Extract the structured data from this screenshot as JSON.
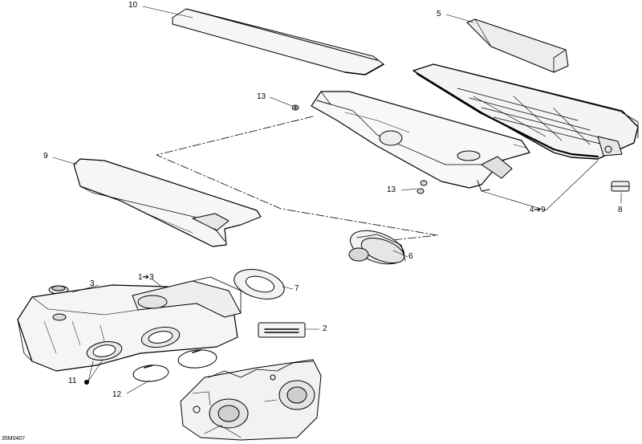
{
  "diagram": {
    "drawing_code": "35M0407",
    "callouts": {
      "c1_3": "1➔3",
      "c2": "2",
      "c3": "3",
      "c4_9": "4➔9",
      "c5": "5",
      "c6": "6",
      "c7": "7",
      "c8": "8",
      "c9": "9",
      "c10": "10",
      "c11": "11",
      "c12": "12",
      "c13a": "13",
      "c13b": "13"
    }
  }
}
